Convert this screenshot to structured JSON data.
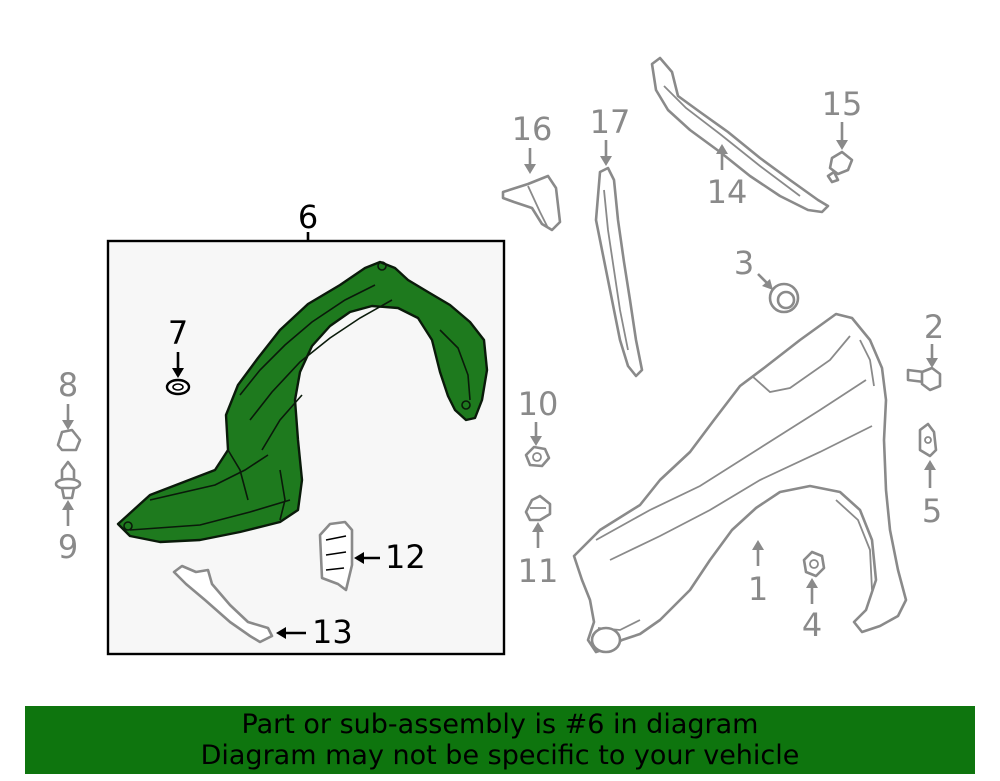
{
  "diagram": {
    "callouts": {
      "n1": "1",
      "n2": "2",
      "n3": "3",
      "n4": "4",
      "n5": "5",
      "n6": "6",
      "n7": "7",
      "n8": "8",
      "n9": "9",
      "n10": "10",
      "n11": "11",
      "n12": "12",
      "n13": "13",
      "n14": "14",
      "n15": "15",
      "n16": "16",
      "n17": "17"
    },
    "highlighted_part": "6",
    "colors": {
      "highlight_fill": "#1e7a1e",
      "outline_gray": "#8a8a8a",
      "inset_background": "#f7f7f7",
      "banner_background": "#0e750e"
    }
  },
  "banner": {
    "line1": "Part or sub-assembly is #6 in diagram",
    "line2": "Diagram may not be specific to your vehicle"
  }
}
